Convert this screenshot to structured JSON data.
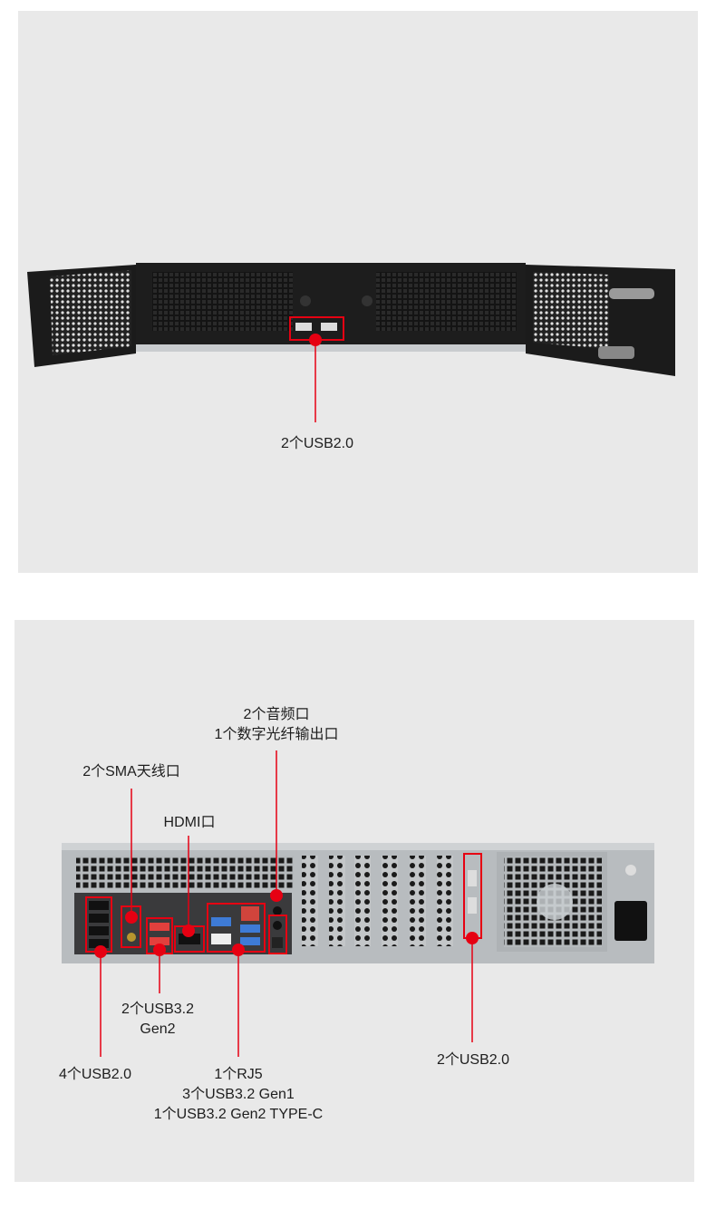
{
  "front_view": {
    "callouts": [
      {
        "label": "2个USB2.0"
      }
    ]
  },
  "rear_view": {
    "callouts": {
      "audio": {
        "line1": "2个音频口",
        "line2": "1个数字光纤输出口"
      },
      "sma": {
        "label": "2个SMA天线口"
      },
      "hdmi": {
        "label": "HDMI口"
      },
      "usb32": {
        "line1": "2个USB3.2",
        "line2": "Gen2"
      },
      "usb20_left": {
        "label": "4个USB2.0"
      },
      "rj": {
        "line1": "1个RJ5",
        "line2": "3个USB3.2 Gen1",
        "line3": "1个USB3.2 Gen2 TYPE-C"
      },
      "usb20_right": {
        "label": "2个USB2.0"
      }
    }
  },
  "colors": {
    "accent": "#e60012",
    "panel_bg": "#e9e9e9",
    "chassis_dark": "#1a1a1a",
    "chassis_silver": "#b9bdc0"
  }
}
